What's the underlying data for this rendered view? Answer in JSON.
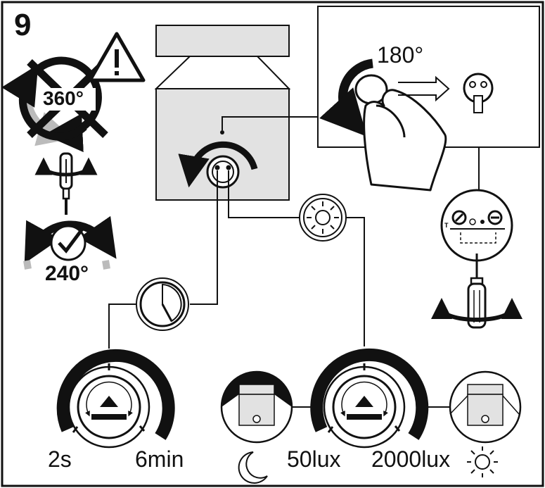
{
  "step": "9",
  "rotation_limits": {
    "forbidden": "360°",
    "allowed": "240°"
  },
  "sensor_head_rotation": "180°",
  "time_dial": {
    "min": "2s",
    "max": "6min"
  },
  "lux_dial": {
    "min": "50lux",
    "max": "2000lux"
  },
  "control_panel_icons": [
    "T",
    "time-icon",
    "sun-icon",
    "moon-icon"
  ],
  "icons": [
    "warning-icon",
    "clock-icon",
    "sun-icon",
    "moon-icon",
    "screwdriver-icon",
    "hand-icon",
    "check-icon"
  ]
}
